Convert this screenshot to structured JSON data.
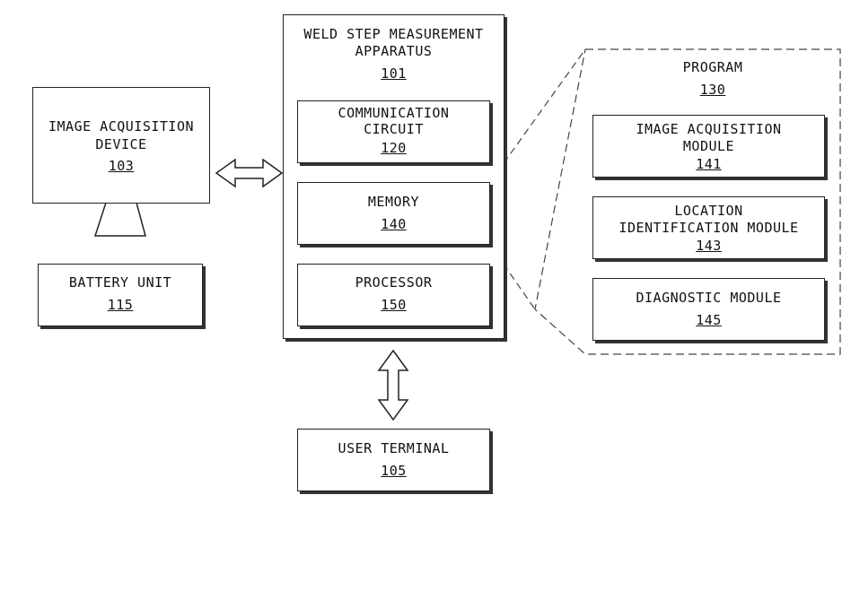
{
  "image_acquisition_device": {
    "line1": "IMAGE ACQUISITION",
    "line2": "DEVICE",
    "ref": "103"
  },
  "battery_unit": {
    "label": "BATTERY UNIT",
    "ref": "115"
  },
  "apparatus": {
    "line1": "WELD STEP MEASUREMENT",
    "line2": "APPARATUS",
    "ref": "101"
  },
  "communication_circuit": {
    "line1": "COMMUNICATION",
    "line2": "CIRCUIT",
    "ref": "120"
  },
  "memory": {
    "label": "MEMORY",
    "ref": "140"
  },
  "processor": {
    "label": "PROCESSOR",
    "ref": "150"
  },
  "program": {
    "label": "PROGRAM",
    "ref": "130"
  },
  "image_acquisition_module": {
    "line1": "IMAGE ACQUISITION",
    "line2": "MODULE",
    "ref": "141"
  },
  "location_identification_module": {
    "line1": "LOCATION",
    "line2": "IDENTIFICATION MODULE",
    "ref": "143"
  },
  "diagnostic_module": {
    "label": "DIAGNOSTIC MODULE",
    "ref": "145"
  },
  "user_terminal": {
    "label": "USER TERMINAL",
    "ref": "105"
  }
}
